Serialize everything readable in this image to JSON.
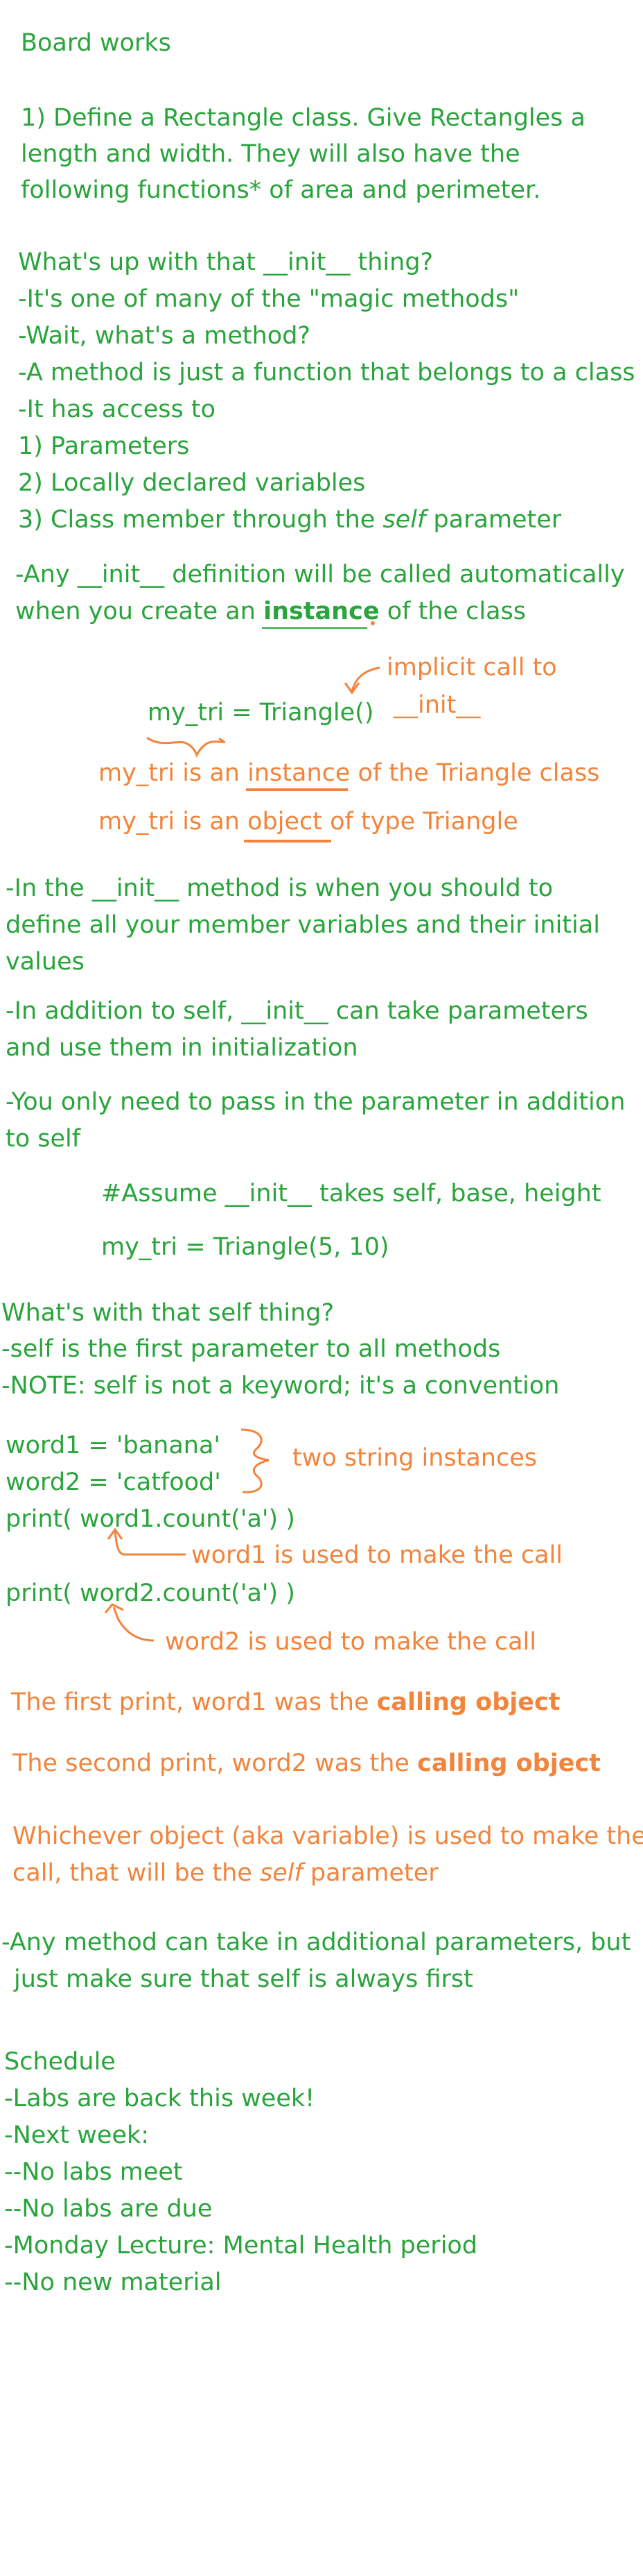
{
  "colors": {
    "green": "#2aa43c",
    "orange": "#f2843b",
    "background": "#ffffff"
  },
  "page_title": "Board works",
  "task": {
    "line1": "1) Define a Rectangle class. Give Rectangles a",
    "line2": "length and width. They will also have the",
    "line3": "following functions* of area and perimeter."
  },
  "init_section": {
    "lines": [
      "What's up with that __init__ thing?",
      "-It's one of many of the \"magic methods\"",
      "-Wait, what's a method?",
      "-A method is just a function that belongs to a class",
      "-It has access to",
      "1) Parameters",
      "2) Locally declared variables"
    ],
    "item3_prefix": "3) Class member through the ",
    "item3_emph": "self",
    "item3_suffix": " parameter",
    "auto_line1": "-Any __init__ definition will be called automatically",
    "auto_line2_prefix": "when you create an ",
    "auto_line2_bold": "instance",
    "auto_line2_suffix": " of the class"
  },
  "triangle_example": {
    "code_var": "my_tri",
    "code_rest": " = Triangle()",
    "note_line1": "implicit call to",
    "note_line2": "__init__",
    "instance_prefix": "my_tri is an ",
    "instance_word": "instance",
    "instance_suffix": " of the Triangle class",
    "object_prefix": "my_tri is an ",
    "object_word": "object",
    "object_suffix": " of type Triangle"
  },
  "members_section": {
    "lines": [
      "-In the __init__ method is when you should to",
      "define all your member variables and their initial",
      "values",
      "-In addition to self, __init__ can take parameters",
      "and use them in initialization",
      "-You only need to pass in the parameter in addition",
      "to self"
    ],
    "code_comment": "#Assume __init__ takes self, base, height",
    "code_call": "my_tri = Triangle(5, 10)"
  },
  "self_section": {
    "lines": [
      "What's with that self thing?",
      "-self is the first parameter to all methods",
      "-NOTE: self is not a keyword; it's a convention"
    ],
    "code_word1": "word1 = 'banana'",
    "code_word2": "word2 = 'catfood'",
    "note_two_strings": "two string instances",
    "code_print1": "print( word1.count('a') )",
    "note_word1": "word1 is used to make the call",
    "code_print2": "print( word2.count('a') )",
    "note_word2": "word2 is used to make the call",
    "first_prefix": "The first print, word1 was the ",
    "first_bold": "calling object",
    "second_prefix": "The second print, word2 was the ",
    "second_bold": "calling object",
    "whichever_line1": "Whichever object (aka variable) is used to make the",
    "whichever_line2_prefix": "call, that will be the ",
    "whichever_line2_emph": "self",
    "whichever_line2_suffix": " parameter",
    "any_method_line1": "-Any method can take in additional parameters, but",
    "any_method_line2": "just make sure that self is always first"
  },
  "schedule": {
    "title": "Schedule",
    "items": [
      "-Labs are back this week!",
      "-Next week:",
      "--No labs meet",
      "--No labs are due",
      "-Monday Lecture: Mental Health period",
      "--No new material"
    ]
  }
}
